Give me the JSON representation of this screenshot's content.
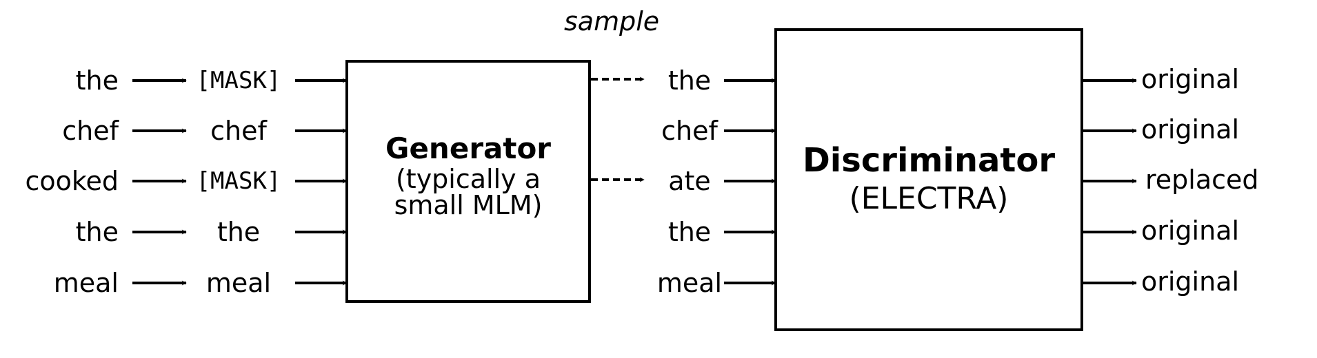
{
  "sample_label": "sample",
  "input_tokens": [
    "the",
    "chef",
    "cooked",
    "the",
    "meal"
  ],
  "masked_tokens": [
    "[MASK]",
    "chef",
    "[MASK]",
    "the",
    "meal"
  ],
  "masked_is_mask": [
    true,
    false,
    true,
    false,
    false
  ],
  "generator": {
    "title": "Generator",
    "subtitle_line1": "(typically a",
    "subtitle_line2": "small MLM)"
  },
  "sampled_tokens": [
    "the",
    "chef",
    "ate",
    "the",
    "meal"
  ],
  "sampled_from_generator": [
    true,
    false,
    true,
    false,
    false
  ],
  "discriminator": {
    "title": "Discriminator",
    "subtitle": "(ELECTRA)"
  },
  "outputs": [
    "original",
    "original",
    "replaced",
    "original",
    "original"
  ]
}
